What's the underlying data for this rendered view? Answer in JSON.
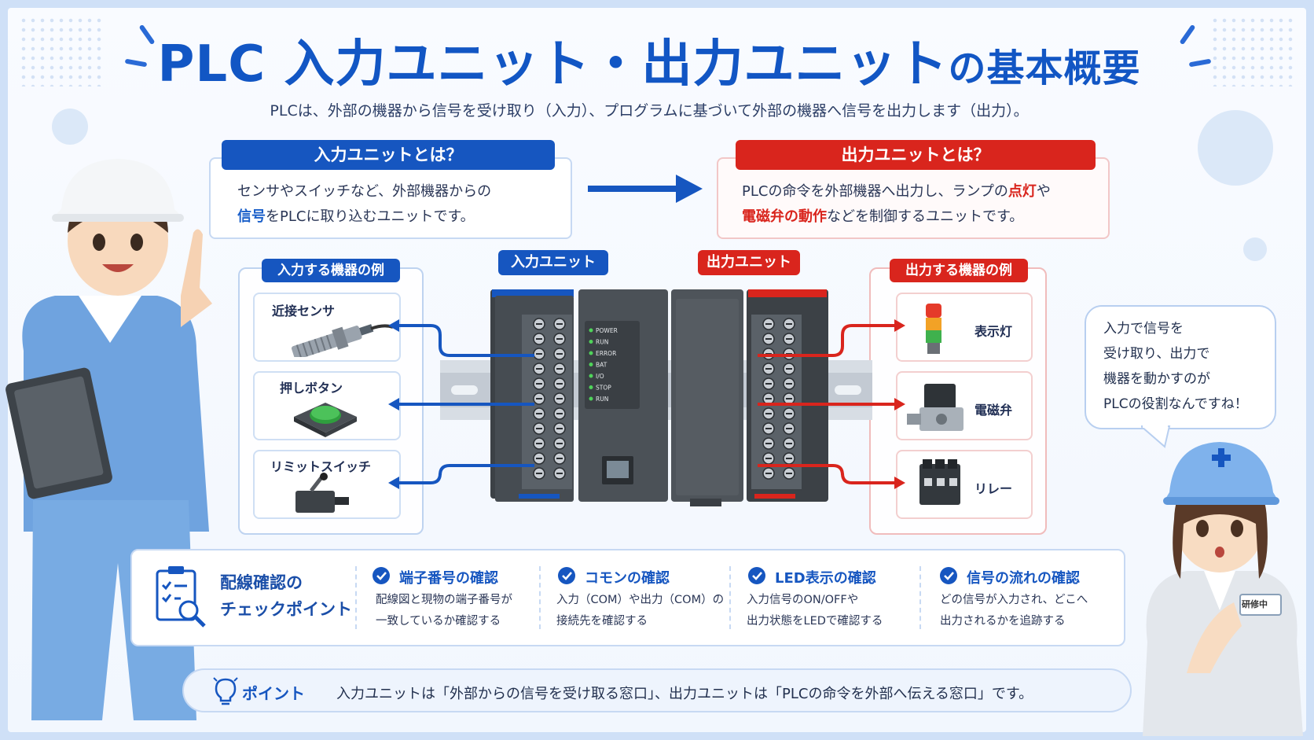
{
  "header": {
    "title_prefix": "PLC",
    "title_main": "入力ユニット・出力ユニット",
    "title_suffix": "の基本概要",
    "subtitle": "PLCは、外部の機器から信号を受け取り（入力）、プログラムに基づいて外部の機器へ信号を出力します（出力）。"
  },
  "input_def": {
    "label": "入力ユニットとは？",
    "line1": "センサやスイッチなど、外部機器からの",
    "line2_highlight": "信号",
    "line2_rest": "をPLCに取り込むユニットです。"
  },
  "output_def": {
    "label": "出力ユニットとは？",
    "line1_prefix": "PLCの命令を外部機器へ出力し、ランプの",
    "line1_highlight": "点灯",
    "line1_suffix": "や",
    "line2_highlight": "電磁弁の動作",
    "line2_rest": "などを制御するユニットです。"
  },
  "input_examples": {
    "label": "入力する機器の例",
    "items": [
      {
        "label": "近接センサ"
      },
      {
        "label": "押しボタン"
      },
      {
        "label": "リミットスイッチ"
      }
    ]
  },
  "output_examples": {
    "label": "出力する機器の例",
    "items": [
      {
        "label": "表示灯"
      },
      {
        "label": "電磁弁"
      },
      {
        "label": "リレー"
      }
    ]
  },
  "plc": {
    "input_unit_label": "入力ユニット",
    "output_unit_label": "出力ユニット",
    "leds": [
      "POWER",
      "RUN",
      "ERROR",
      "BAT",
      "I/O",
      "STOP",
      "RUN"
    ],
    "colors": {
      "input": "#1656c0",
      "output": "#d9251d"
    }
  },
  "checkpoints": {
    "title_line1": "配線確認の",
    "title_line2": "チェックポイント",
    "items": [
      {
        "head": "端子番号の確認",
        "line1": "配線図と現物の端子番号が",
        "line2": "一致しているか確認する"
      },
      {
        "head": "コモンの確認",
        "line1": "入力（COM）や出力（COM）の",
        "line2": "接続先を確認する"
      },
      {
        "head": "LED表示の確認",
        "line1": "入力信号のON/OFFや",
        "line2": "出力状態をLEDで確認する"
      },
      {
        "head": "信号の流れの確認",
        "line1": "どの信号が入力され、どこへ",
        "line2": "出力されるかを追跡する"
      }
    ]
  },
  "point": {
    "label": "ポイント",
    "text": "入力ユニットは「外部からの信号を受け取る窓口」、出力ユニットは「PLCの命令を外部へ伝える窓口」です。"
  },
  "speech": {
    "lines": [
      "入力で信号を",
      "受け取り、出力で",
      "機器を動かすのが",
      "PLCの役割なんですね！"
    ]
  },
  "trainee_badge": "研修中"
}
